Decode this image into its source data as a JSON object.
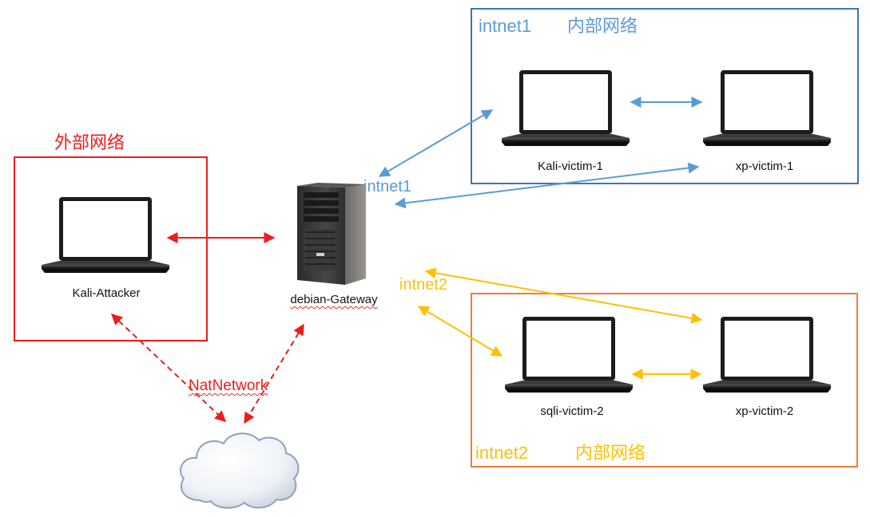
{
  "zones": {
    "external": {
      "title": "外部网络"
    },
    "intnet1": {
      "name": "intnet1",
      "title": "内部网络"
    },
    "intnet2": {
      "name": "intnet2",
      "title": "内部网络"
    }
  },
  "devices": {
    "kali_attacker": "Kali-Attacker",
    "gateway": "debian-Gateway",
    "kali_victim_1": "Kali-victim-1",
    "xp_victim_1": "xp-victim-1",
    "sqli_victim_2": "sqli-victim-2",
    "xp_victim_2": "xp-victim-2"
  },
  "link_labels": {
    "intnet1": "intnet1",
    "intnet2": "intnet2",
    "natnetwork": "NatNetwork"
  },
  "colors": {
    "external": "#ee1c1c",
    "intnet1_border": "#3f74b5",
    "intnet1_text": "#5b9bd5",
    "intnet2_border": "#ef7d33",
    "intnet2_text": "#ffc000",
    "nat": "#ee1c1c"
  },
  "icons": {
    "laptop": "laptop-icon",
    "server": "server-tower-icon",
    "cloud": "cloud-icon"
  }
}
